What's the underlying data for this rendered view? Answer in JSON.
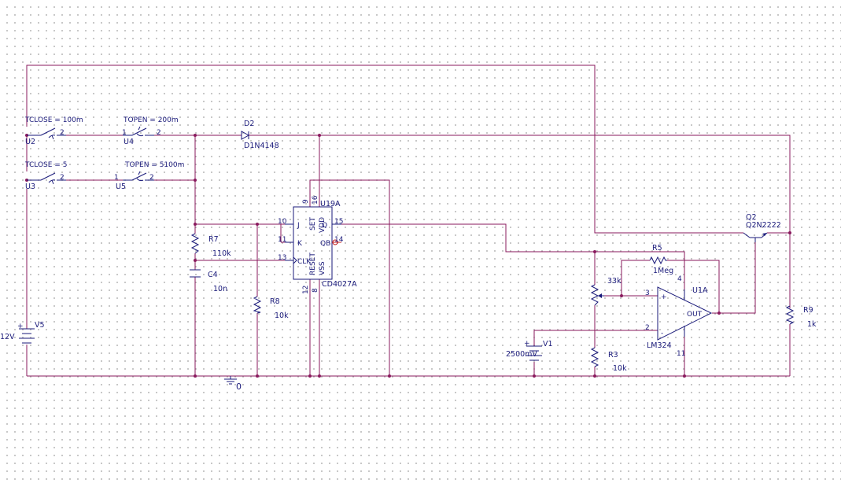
{
  "switches": {
    "u2": {
      "ref": "U2",
      "param": "TCLOSE = 100m",
      "pin2": "2"
    },
    "u4": {
      "ref": "U4",
      "param": "TOPEN = 200m",
      "pin1": "1",
      "pin2": "2"
    },
    "u3": {
      "ref": "U3",
      "param": "TCLOSE = 5",
      "pin2": "2"
    },
    "u5": {
      "ref": "U5",
      "param": "TOPEN = 5100m",
      "pin1": "1",
      "pin2": "2"
    }
  },
  "d2": {
    "ref": "D2",
    "part": "D1N4148"
  },
  "r7": {
    "ref": "R7",
    "value": "110k"
  },
  "c4": {
    "ref": "C4",
    "value": "10n"
  },
  "r8": {
    "ref": "R8",
    "value": "10k"
  },
  "v5": {
    "value": "12V",
    "ref": "V5"
  },
  "ground": {
    "label": "0"
  },
  "u19a": {
    "ref": "U19A",
    "part": "CD4027A",
    "pin_9": "9",
    "pin_16": "16",
    "pin_10": "10",
    "pin_11": "11",
    "pin_13": "13",
    "pin_15": "15",
    "pin_14": "14",
    "pin_12": "12",
    "pin_8": "8",
    "j": "J",
    "k": "K",
    "clk": "CLK",
    "q": "Q",
    "qbar": "QB",
    "set": "SET",
    "vdd": "VDD",
    "reset": "RESET",
    "vss": "VSS"
  },
  "q2": {
    "ref": "Q2",
    "part": "Q2N2222"
  },
  "r5": {
    "ref": "R5",
    "value": "1Meg"
  },
  "pot": {
    "value": "33k"
  },
  "u1a": {
    "ref": "U1A",
    "part": "LM324",
    "pin3": "3",
    "pin2": "2",
    "pin4": "4",
    "pin11": "11",
    "out": "OUT",
    "plus": "+",
    "minus": "-"
  },
  "v1": {
    "ref": "V1",
    "value": "2500mV"
  },
  "r3": {
    "ref": "R3",
    "value": "10k"
  },
  "r9": {
    "ref": "R9",
    "value": "1k"
  }
}
